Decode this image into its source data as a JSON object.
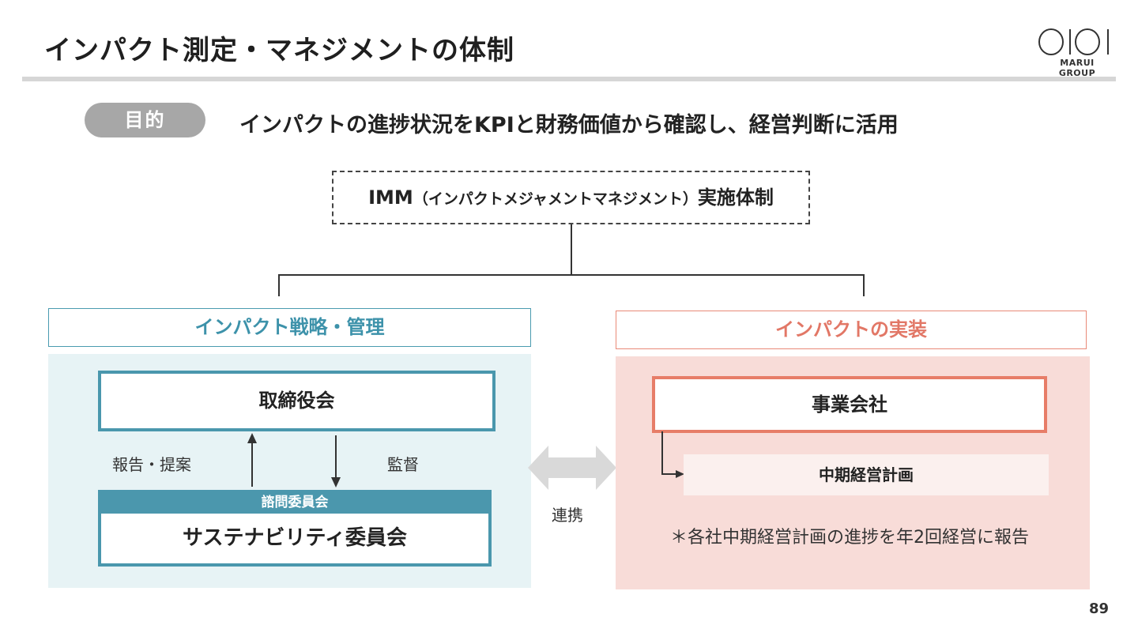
{
  "header": {
    "title": "インパクト測定・マネジメントの体制",
    "logo_text": "MARUI GROUP"
  },
  "purpose": {
    "label": "目的",
    "text": "インパクトの進捗状況をKPIと財務価値から確認し、経営判断に活用"
  },
  "imm": {
    "main": "IMM",
    "sub": "（インパクトメジャメントマネジメント）",
    "suffix": "実施体制"
  },
  "left": {
    "header": "インパクト戦略・管理",
    "board": "取締役会",
    "report_label": "報告・提案",
    "oversight_label": "監督",
    "advisory_label": "諮問委員会",
    "committee": "サステナビリティ委員会"
  },
  "link_label": "連携",
  "right": {
    "header": "インパクトの実装",
    "company": "事業会社",
    "plan": "中期経営計画",
    "note": "＊各社中期経営計画の進捗を年2回経営に報告"
  },
  "page_number": "89",
  "colors": {
    "teal": "#4a97ad",
    "teal_bg": "#e7f3f5",
    "coral": "#e77d68",
    "coral_bg": "#f8dcd8",
    "gray_pill": "#a7a7a7",
    "arrow_gray": "#d9d9d9"
  },
  "icons": {
    "logo": "marui-group-logo",
    "link_arrow": "double-arrow-icon"
  }
}
